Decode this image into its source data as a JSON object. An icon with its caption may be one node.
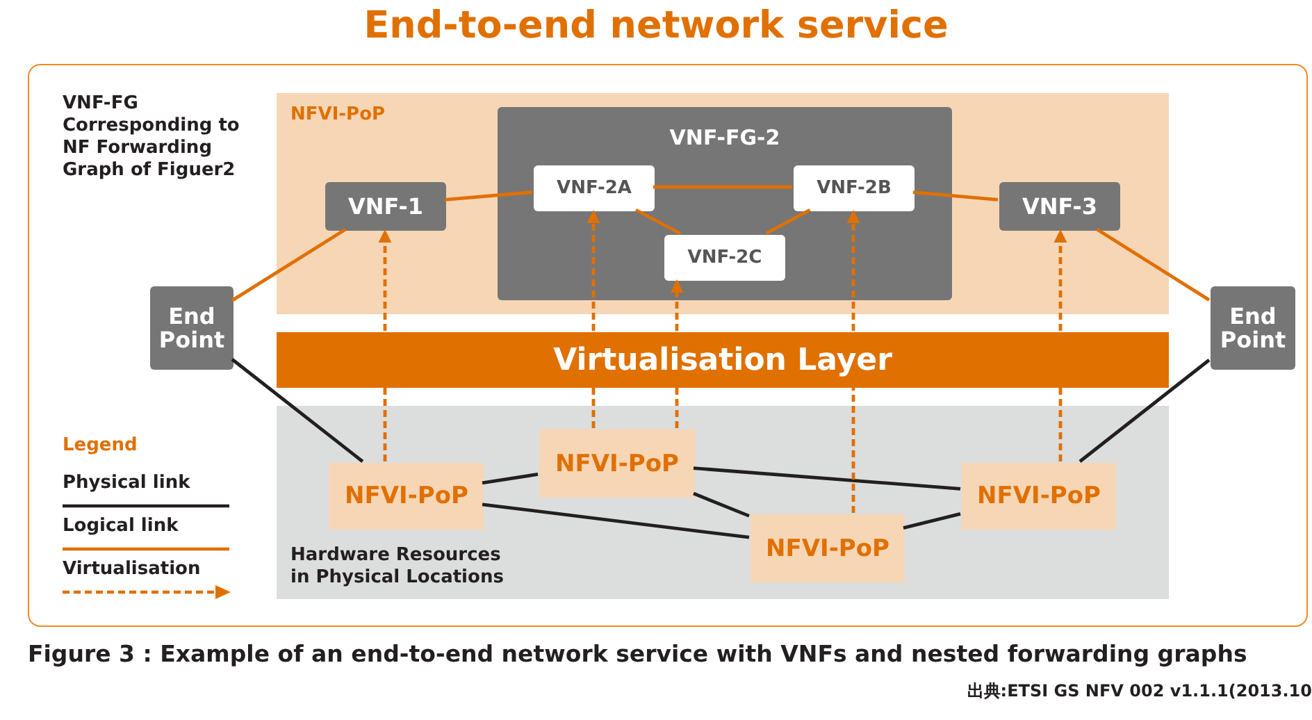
{
  "diagram": {
    "title": "End-to-end network service",
    "caption": "Figure 3 : Example of an end-to-end network service with VNFs and nested forwarding graphs",
    "nodes": [
      {
        "text": [
          "VNF-FG Corresponding to NF Forwarding Graph of Figuer2"
        ]
      },
      {
        "text": [
          "NFVI-PoP"
        ],
        "in": 0
      },
      {
        "text": [
          "VNF-FG-2"
        ],
        "in": 1
      },
      {
        "text": [
          "VNF-1"
        ],
        "in": 1
      },
      {
        "text": [
          "VNF-2A"
        ],
        "in": 2
      },
      {
        "text": [
          "VNF-2B"
        ],
        "in": 2
      },
      {
        "text": [
          "VNF-2C"
        ],
        "in": 2
      },
      {
        "text": [
          "VNF-3"
        ],
        "in": 1
      },
      {
        "text": [
          "End Point"
        ],
        "in": 0
      },
      {
        "text": [
          "End Point"
        ],
        "in": 0
      },
      {
        "text": [
          "Virtualisation Layer"
        ],
        "in": 0
      },
      {
        "text": [
          "Hardware Resources in Physical Locations"
        ],
        "in": 0
      },
      {
        "text": [
          "NFVI-PoP"
        ],
        "in": 11
      },
      {
        "text": [
          "NFVI-PoP"
        ],
        "in": 11
      },
      {
        "text": [
          "NFVI-PoP"
        ],
        "in": 11
      },
      {
        "text": [
          "NFVI-PoP"
        ],
        "in": 11
      }
    ],
    "edges": [
      {
        "from": 8,
        "to": 3,
        "arrow": "none"
      },
      {
        "from": 3,
        "to": 4,
        "arrow": "none"
      },
      {
        "from": 4,
        "to": 5,
        "arrow": "none"
      },
      {
        "from": 4,
        "to": 6,
        "arrow": "none"
      },
      {
        "from": 5,
        "to": 6,
        "arrow": "none"
      },
      {
        "from": 5,
        "to": 7,
        "arrow": "none"
      },
      {
        "from": 7,
        "to": 9,
        "arrow": "none"
      },
      {
        "from": 8,
        "to": 12,
        "arrow": "none",
        "color": "#231f20"
      },
      {
        "from": 12,
        "to": 13,
        "arrow": "none",
        "color": "#231f20"
      },
      {
        "from": 12,
        "to": 14,
        "arrow": "none",
        "color": "#231f20"
      },
      {
        "from": 13,
        "to": 14,
        "arrow": "none",
        "color": "#231f20"
      },
      {
        "from": 13,
        "to": 15,
        "arrow": "none",
        "color": "#231f20"
      },
      {
        "from": 14,
        "to": 15,
        "arrow": "none",
        "color": "#231f20"
      },
      {
        "from": 15,
        "to": 9,
        "arrow": "none",
        "color": "#231f20"
      },
      {
        "from": 12,
        "to": 10,
        "arrow": "none",
        "style": "dashed"
      },
      {
        "from": 10,
        "to": 3,
        "arrow": "to",
        "style": "dashed"
      },
      {
        "from": 13,
        "to": 10,
        "arrow": "none",
        "style": "dashed"
      },
      {
        "from": 10,
        "to": 4,
        "arrow": "to",
        "style": "dashed"
      },
      {
        "from": 13,
        "to": 10,
        "arrow": "none",
        "style": "dashed"
      },
      {
        "from": 10,
        "to": 6,
        "arrow": "to",
        "style": "dashed"
      },
      {
        "from": 14,
        "to": 10,
        "arrow": "none",
        "style": "dashed"
      },
      {
        "from": 10,
        "to": 5,
        "arrow": "to",
        "style": "dashed"
      },
      {
        "from": 15,
        "to": 10,
        "arrow": "none",
        "style": "dashed"
      },
      {
        "from": 10,
        "to": 7,
        "arrow": "to",
        "style": "dashed"
      }
    ],
    "labels": [
      "Legend",
      "出典:ETSI GS NFV 002 v1.1.1(2013.10"
    ],
    "legend": [
      {
        "text": "Physical link"
      },
      {
        "text": "Logical link"
      },
      {
        "text": "Virtualisation"
      }
    ]
  }
}
